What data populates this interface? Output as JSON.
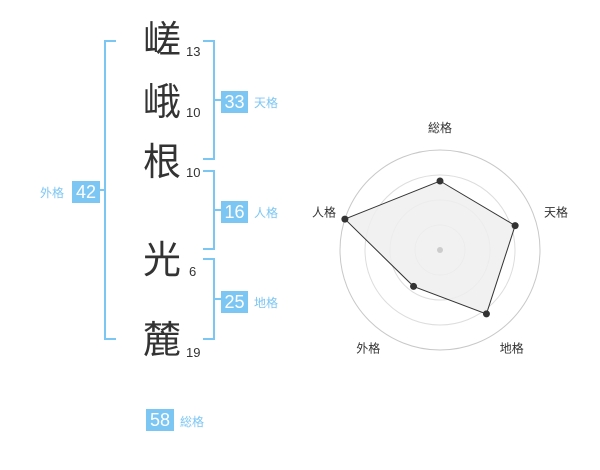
{
  "name": {
    "characters": [
      {
        "char": "嵯",
        "strokes": "13"
      },
      {
        "char": "峨",
        "strokes": "10"
      },
      {
        "char": "根",
        "strokes": "10"
      },
      {
        "char": "光",
        "strokes": "6"
      },
      {
        "char": "麓",
        "strokes": "19"
      }
    ]
  },
  "scores": {
    "tenkaku": {
      "value": "33",
      "label": "天格"
    },
    "jinkaku": {
      "value": "16",
      "label": "人格"
    },
    "chikaku": {
      "value": "25",
      "label": "地格"
    },
    "gaikaku": {
      "value": "42",
      "label": "外格"
    },
    "soukaku": {
      "value": "58",
      "label": "総格"
    }
  },
  "colors": {
    "accent": "#7cc6f4",
    "text": "#333333"
  },
  "chart_data": {
    "type": "radar",
    "axes": [
      "総格",
      "天格",
      "地格",
      "外格",
      "人格"
    ],
    "values": [
      0.69,
      0.79,
      0.79,
      0.45,
      1.0
    ],
    "range": [
      0,
      1
    ],
    "rings": 4
  }
}
